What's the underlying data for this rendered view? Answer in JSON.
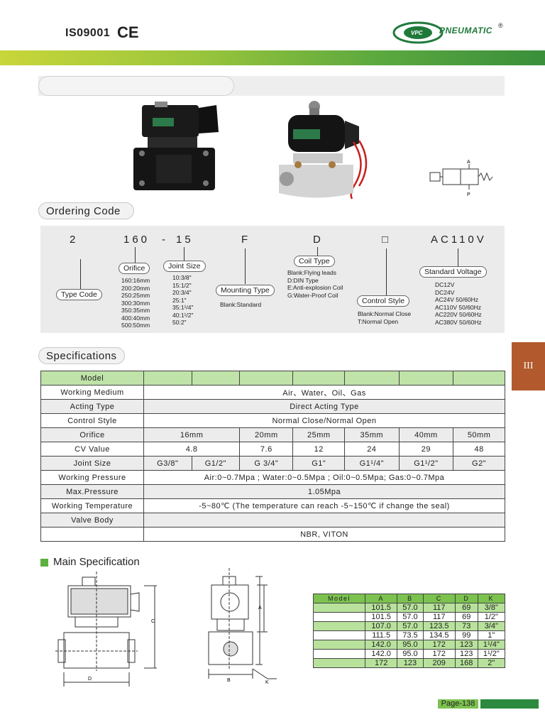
{
  "header": {
    "iso": "IS09001",
    "ce": "CE",
    "brand": "PNEUMATIC",
    "brand_short": "VPC",
    "registered": "®"
  },
  "colors": {
    "green_accent": "#7cc24f",
    "green_dark": "#2b8a3e",
    "table_header": "#bfe3a8",
    "side_tab": "#b25a2e"
  },
  "ordering": {
    "title": "Ordering Code",
    "code": {
      "c1": "2",
      "c2": "160",
      "c3": "-",
      "c4": "15",
      "c5": "F",
      "c6": "D",
      "c7": "□",
      "c8": "AC110V"
    },
    "type_code": "Type Code",
    "orifice": {
      "label": "Orifice",
      "items": "160:16mm\n200:20mm\n250:25mm\n300:30mm\n350:35mm\n400:40mm\n500:50mm"
    },
    "joint": {
      "label": "Joint Size",
      "items": "10:3/8\"\n15:1/2\"\n20:3/4\"\n25:1\"\n35:1¹/4\"\n40:1¹/2\"\n50:2\""
    },
    "mounting": {
      "label": "Mounting Type",
      "note": "Blank:Standard"
    },
    "coil": {
      "label": "Coil Type",
      "items": "Blank:Flying leads\nD:DIN Type\nE:Anti-explosion Coil\nG:Water-Proof Coil"
    },
    "control": {
      "label": "Control Style",
      "items": "Blank:Normal Close\nT:Normal Open"
    },
    "voltage": {
      "label": "Standard Voltage",
      "items": "DC12V\nDC24V\nAC24V 50/60Hz\nAC110V 50/60Hz\nAC220V 50/60Hz\nAC380V 50/60Hz"
    }
  },
  "specs": {
    "title": "Specifications",
    "rows": {
      "model": "Model",
      "medium": [
        "Working Medium",
        "Air、Water、Oil、Gas"
      ],
      "acting": [
        "Acting Type",
        "Direct Acting Type"
      ],
      "control": [
        "Control Style",
        "Normal Close/Normal Open"
      ],
      "orifice": [
        "Orifice",
        "16mm",
        "20mm",
        "25mm",
        "35mm",
        "40mm",
        "50mm"
      ],
      "cv": [
        "CV Value",
        "4.8",
        "7.6",
        "12",
        "24",
        "29",
        "48"
      ],
      "joint": [
        "Joint Size",
        "G3/8\"",
        "G1/2\"",
        "G 3/4\"",
        "G1\"",
        "G1¹/4\"",
        "G1¹/2\"",
        "G2\""
      ],
      "pressure": [
        "Working Pressure",
        "Air:0~0.7Mpa ; Water:0~0.5Mpa ; Oil:0~0.5Mpa; Gas:0~0.7Mpa"
      ],
      "maxp": [
        "Max.Pressure",
        "1.05Mpa"
      ],
      "temp": [
        "Working Temperature",
        "-5~80℃ (The temperature can reach -5~150℃ if change the seal)"
      ],
      "body": [
        "Valve Body",
        ""
      ],
      "seal": [
        "",
        "NBR, VITON"
      ]
    }
  },
  "main_spec": {
    "title": "Main Specification",
    "headers": [
      "Model",
      "A",
      "B",
      "C",
      "D",
      "K"
    ],
    "rows": [
      [
        "",
        "101.5",
        "57.0",
        "117",
        "69",
        "3/8\""
      ],
      [
        "",
        "101.5",
        "57.0",
        "117",
        "69",
        "1/2\""
      ],
      [
        "",
        "107.0",
        "57.0",
        "123.5",
        "73",
        "3/4\""
      ],
      [
        "",
        "111.5",
        "73.5",
        "134.5",
        "99",
        "1\""
      ],
      [
        "",
        "142.0",
        "95.0",
        "172",
        "123",
        "1¹/4\""
      ],
      [
        "",
        "142.0",
        "95.0",
        "172",
        "123",
        "1¹/2\""
      ],
      [
        "",
        "172",
        "123",
        "209",
        "168",
        "2\""
      ]
    ],
    "dim_labels": {
      "a": "A",
      "b": "B",
      "c": "C",
      "d": "D",
      "k": "K"
    }
  },
  "symbol": {
    "a": "A",
    "p": "P"
  },
  "side_tab": "III",
  "page": "Page-138"
}
